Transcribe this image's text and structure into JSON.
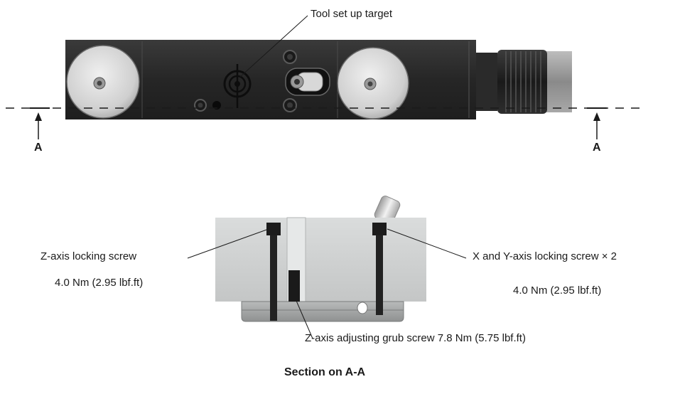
{
  "labels": {
    "tool_target": "Tool set up target",
    "section_marker_left": "A",
    "section_marker_right": "A",
    "z_lock_title": "Z-axis locking screw",
    "z_lock_torque": "4.0 Nm (2.95 lbf.ft)",
    "xy_lock_title": "X and Y-axis locking screw × 2",
    "xy_lock_torque": "4.0 Nm (2.95 lbf.ft)",
    "z_grub": "Z-axis adjusting grub screw 7.8 Nm (5.75 lbf.ft)",
    "section_title": "Section on A-A"
  },
  "colors": {
    "body_dark": "#2b2b2b",
    "body_light": "#cfd1d1",
    "screw": "#1c1c1c",
    "wheel": "#d8d8d8",
    "line": "#1a1a1a"
  }
}
